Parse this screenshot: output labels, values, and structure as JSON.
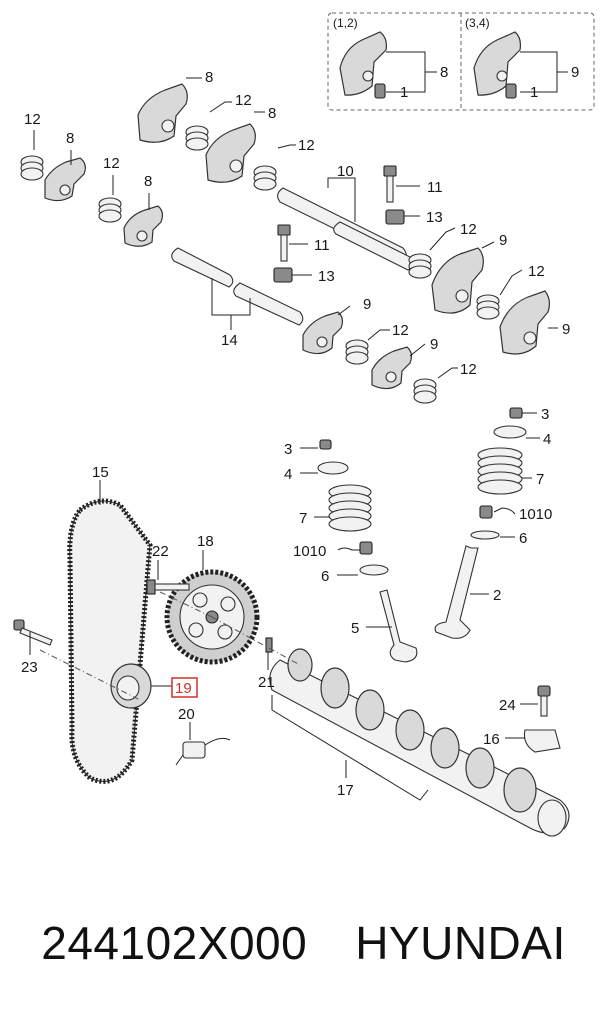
{
  "diagram": {
    "callouts": [
      {
        "id": "c-8a",
        "text": "8"
      },
      {
        "id": "c-12a",
        "text": "12"
      },
      {
        "id": "c-8b",
        "text": "8"
      },
      {
        "id": "c-12b",
        "text": "12"
      },
      {
        "id": "c-8c",
        "text": "8"
      },
      {
        "id": "c-12c",
        "text": "12"
      },
      {
        "id": "c-8d",
        "text": "8"
      },
      {
        "id": "c-12d",
        "text": "12"
      },
      {
        "id": "c-10",
        "text": "10"
      },
      {
        "id": "c-11a",
        "text": "11"
      },
      {
        "id": "c-13a",
        "text": "13"
      },
      {
        "id": "c-11b",
        "text": "11"
      },
      {
        "id": "c-13b",
        "text": "13"
      },
      {
        "id": "c-14",
        "text": "14"
      },
      {
        "id": "c-12e",
        "text": "12"
      },
      {
        "id": "c-9a",
        "text": "9"
      },
      {
        "id": "c-12f",
        "text": "12"
      },
      {
        "id": "c-9b",
        "text": "9"
      },
      {
        "id": "c-9c",
        "text": "9"
      },
      {
        "id": "c-12g",
        "text": "12"
      },
      {
        "id": "c-9d",
        "text": "9"
      },
      {
        "id": "c-12h",
        "text": "12"
      },
      {
        "id": "c-inset1-8",
        "text": "8"
      },
      {
        "id": "c-inset1-1",
        "text": "1"
      },
      {
        "id": "c-inset2-9",
        "text": "9"
      },
      {
        "id": "c-inset2-1",
        "text": "1"
      },
      {
        "id": "c-3a",
        "text": "3"
      },
      {
        "id": "c-4a",
        "text": "4"
      },
      {
        "id": "c-7a",
        "text": "7"
      },
      {
        "id": "c-1010a",
        "text": "1010"
      },
      {
        "id": "c-6a",
        "text": "6"
      },
      {
        "id": "c-2",
        "text": "2"
      },
      {
        "id": "c-3b",
        "text": "3"
      },
      {
        "id": "c-4b",
        "text": "4"
      },
      {
        "id": "c-7b",
        "text": "7"
      },
      {
        "id": "c-1010b",
        "text": "1010"
      },
      {
        "id": "c-6b",
        "text": "6"
      },
      {
        "id": "c-5",
        "text": "5"
      },
      {
        "id": "c-15",
        "text": "15"
      },
      {
        "id": "c-22",
        "text": "22"
      },
      {
        "id": "c-18",
        "text": "18"
      },
      {
        "id": "c-23",
        "text": "23"
      },
      {
        "id": "c-19",
        "text": "19"
      },
      {
        "id": "c-20",
        "text": "20"
      },
      {
        "id": "c-21",
        "text": "21"
      },
      {
        "id": "c-17",
        "text": "17"
      },
      {
        "id": "c-24",
        "text": "24"
      },
      {
        "id": "c-16",
        "text": "16"
      }
    ],
    "insets": [
      {
        "id": "inset1",
        "label": "(1,2)"
      },
      {
        "id": "inset2",
        "label": "(3,4)"
      }
    ],
    "highlight_part": "19",
    "highlight_color": "#d0302c"
  },
  "caption": {
    "part_number": "244102X000",
    "brand": "HYUNDAI"
  }
}
